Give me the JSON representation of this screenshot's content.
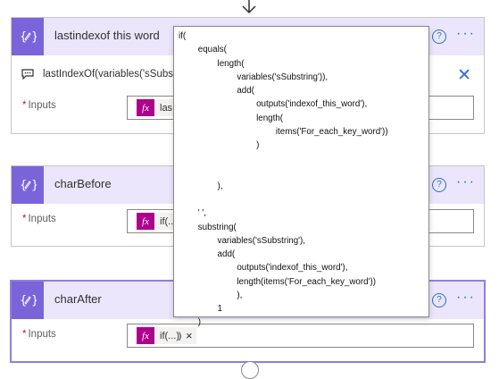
{
  "cards": [
    {
      "title": "lastindexof this word",
      "comment": "lastIndexOf(variables('sSubstrin",
      "inputs_label": "Inputs",
      "token_label": "las"
    },
    {
      "title": "charBefore",
      "inputs_label": "Inputs",
      "token_label": "if(..."
    },
    {
      "title": "charAfter",
      "inputs_label": "Inputs",
      "token_label": "if(...)"
    }
  ],
  "icons": {
    "card_icon": "{⚡}",
    "fx": "fx",
    "help": "?",
    "more": "···",
    "close": "✕",
    "token_close": "×"
  },
  "colors": {
    "card_header": "#ebe6fb",
    "card_icon_bg": "#7b64d9",
    "fx_bg": "#ad008c",
    "accent_blue": "#2b6fd6"
  },
  "expression_popup": {
    "code": "if(\n        equals(\n                length(\n                        variables('sSubstring')),\n                        add(\n                                outputs('indexof_this_word'),\n                                length(\n                                        items('For_each_key_word'))\n                                )\n\n\n                ),\n\n        ' ',\n        substring(\n                variables('sSubstring'),\n                add(\n                        outputs('indexof_this_word'),\n                        length(items('For_each_key_word'))\n                        ),\n                1\n        )\n)"
  }
}
